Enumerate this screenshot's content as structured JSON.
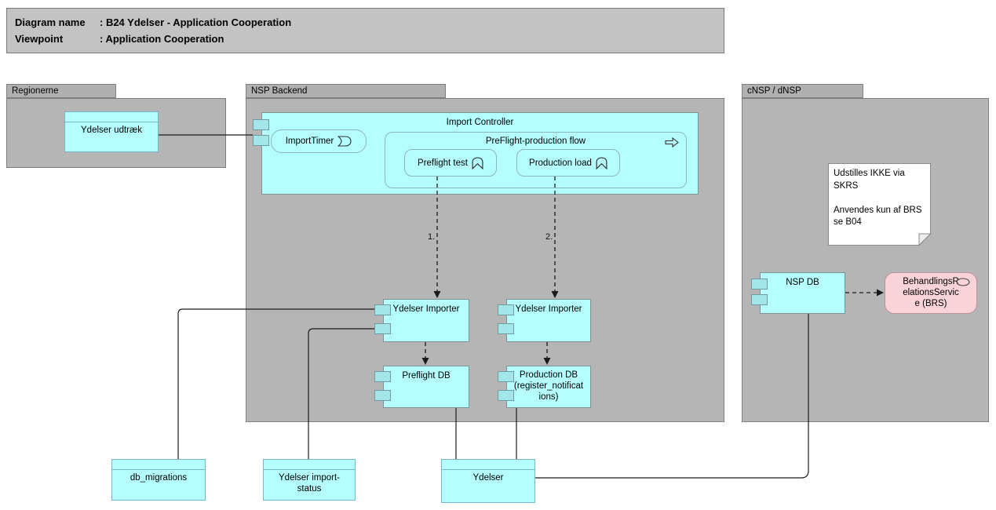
{
  "title_block": {
    "line1_label": "Diagram name",
    "line1_value": ": B24 Ydelser - Application Cooperation",
    "line2_label": "Viewpoint",
    "line2_value": ": Application Cooperation"
  },
  "groups": {
    "regionerne": {
      "label": "Regionerne"
    },
    "nsp_backend": {
      "label": "NSP Backend"
    },
    "cnsp_dnsp": {
      "label": "cNSP / dNSP"
    }
  },
  "nodes": {
    "ydelser_udtraek": {
      "label": "Ydelser udtræk",
      "type": "data-object"
    },
    "import_controller": {
      "label": "Import Controller",
      "type": "application-component"
    },
    "import_timer": {
      "label": "ImportTimer",
      "type": "application-event",
      "icon": "event-icon"
    },
    "preflight_production_flow": {
      "label": "PreFlight-production flow",
      "type": "application-process",
      "icon": "process-arrow-icon"
    },
    "preflight_test": {
      "label": "Preflight test",
      "type": "application-function",
      "icon": "function-chevron-icon"
    },
    "production_load": {
      "label": "Production load",
      "type": "application-function",
      "icon": "function-chevron-icon"
    },
    "ydelser_importer_1": {
      "label": "Ydelser Importer",
      "type": "application-component"
    },
    "ydelser_importer_2": {
      "label": "Ydelser Importer",
      "type": "application-component"
    },
    "preflight_db": {
      "label": "Preflight DB",
      "type": "application-component"
    },
    "production_db": {
      "label": "Production DB\n(register_notificat\nions)",
      "type": "application-component"
    },
    "nsp_db": {
      "label": "NSP DB",
      "type": "application-component"
    },
    "brs": {
      "label": "BehandlingsR\nelationsServic\ne (BRS)",
      "type": "application-service",
      "icon": "service-ellipse-icon"
    },
    "db_migrations": {
      "label": "db_migrations",
      "type": "data-object"
    },
    "ydelser_import_status": {
      "label": "Ydelser import-\nstatus",
      "type": "data-object"
    },
    "ydelser": {
      "label": "Ydelser",
      "type": "data-object"
    }
  },
  "note": {
    "text": "Udstilles IKKE via SKRS\n\nAnvendes kun af BRS\nse B04"
  },
  "edges": {
    "flow1_label": "1.",
    "flow2_label": "2."
  },
  "colors": {
    "element_cyan": "#b4feff",
    "port_fill": "#a3e6e9",
    "group_gray": "#b5b5b5",
    "title_gray": "#c3c3c3",
    "service_pink": "#f9d3d8",
    "note_white": "#ffffff",
    "line_black": "#1a1a1a"
  }
}
